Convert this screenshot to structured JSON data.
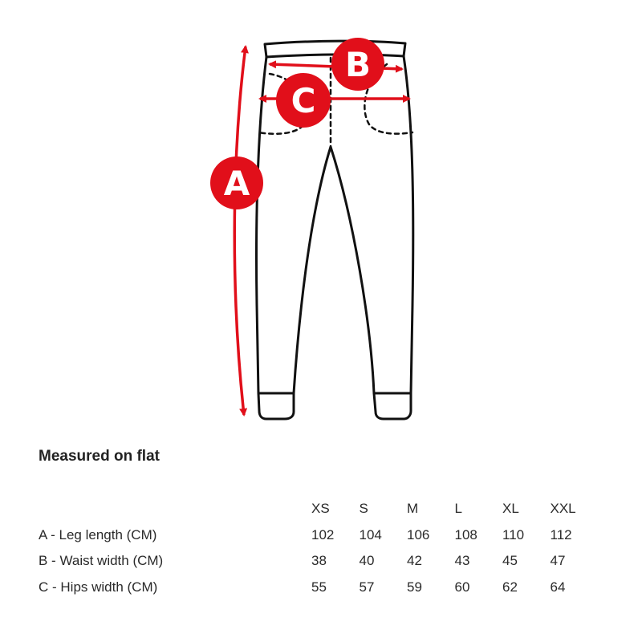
{
  "diagram": {
    "markers": {
      "a": "A",
      "b": "B",
      "c": "C"
    },
    "colors": {
      "accent": "#e10f1a",
      "outline": "#111111"
    }
  },
  "section_title": "Measured on flat",
  "size_chart": {
    "sizes": [
      "XS",
      "S",
      "M",
      "L",
      "XL",
      "XXL"
    ],
    "rows": [
      {
        "label": "A - Leg length (CM)",
        "values": [
          "102",
          "104",
          "106",
          "108",
          "110",
          "112"
        ]
      },
      {
        "label": "B - Waist width (CM)",
        "values": [
          "38",
          "40",
          "42",
          "43",
          "45",
          "47"
        ]
      },
      {
        "label": "C - Hips width (CM)",
        "values": [
          "55",
          "57",
          "59",
          "60",
          "62",
          "64"
        ]
      }
    ]
  }
}
